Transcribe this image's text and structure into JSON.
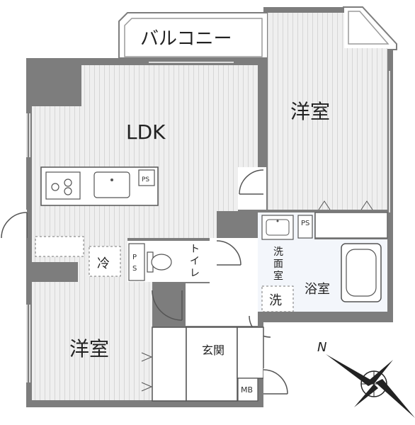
{
  "rooms": {
    "balcony": "バルコニー",
    "ldk": "LDK",
    "western_room_top": "洋室",
    "western_room_bottom": "洋室",
    "toilet": "トイレ",
    "washroom": "洗面室",
    "bathroom": "浴室",
    "entrance": "玄関"
  },
  "fixtures": {
    "fridge": "冷",
    "washer": "洗",
    "mb": "MB",
    "ps_kitchen": "PS",
    "ps_toilet": "PS",
    "ps_wash": "PS"
  },
  "compass": {
    "north": "N"
  },
  "colors": {
    "wall": "#7a7a7a",
    "floor_wood": "#ededed",
    "floor_stripe": "#d9d9d9",
    "floor_tile": "#eef3fa",
    "floor_plain": "#ffffff",
    "outline": "#555555"
  }
}
